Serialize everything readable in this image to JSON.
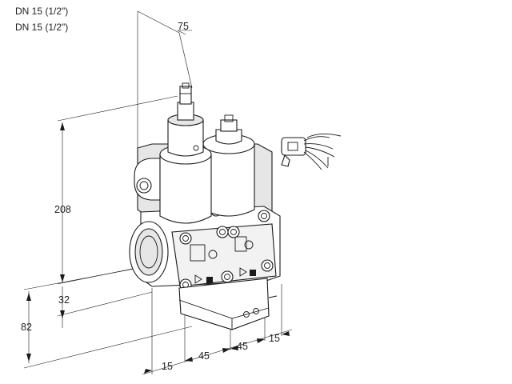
{
  "header": {
    "line1": "DN 15 (1/2\")",
    "line2": "DN 15 (1/2\")"
  },
  "dimensions": {
    "top_depth": "75",
    "height_total": "208",
    "inlet_height": "32",
    "base_height": "82",
    "front_offset": "15",
    "spacing_1": "45",
    "spacing_2": "45",
    "side_offset": "15"
  },
  "colors": {
    "line": "#1a1a1a",
    "body_light": "#ffffff",
    "body_shade": "#e6e6e6",
    "body_dark": "#c8c8c8",
    "text": "#222222"
  }
}
